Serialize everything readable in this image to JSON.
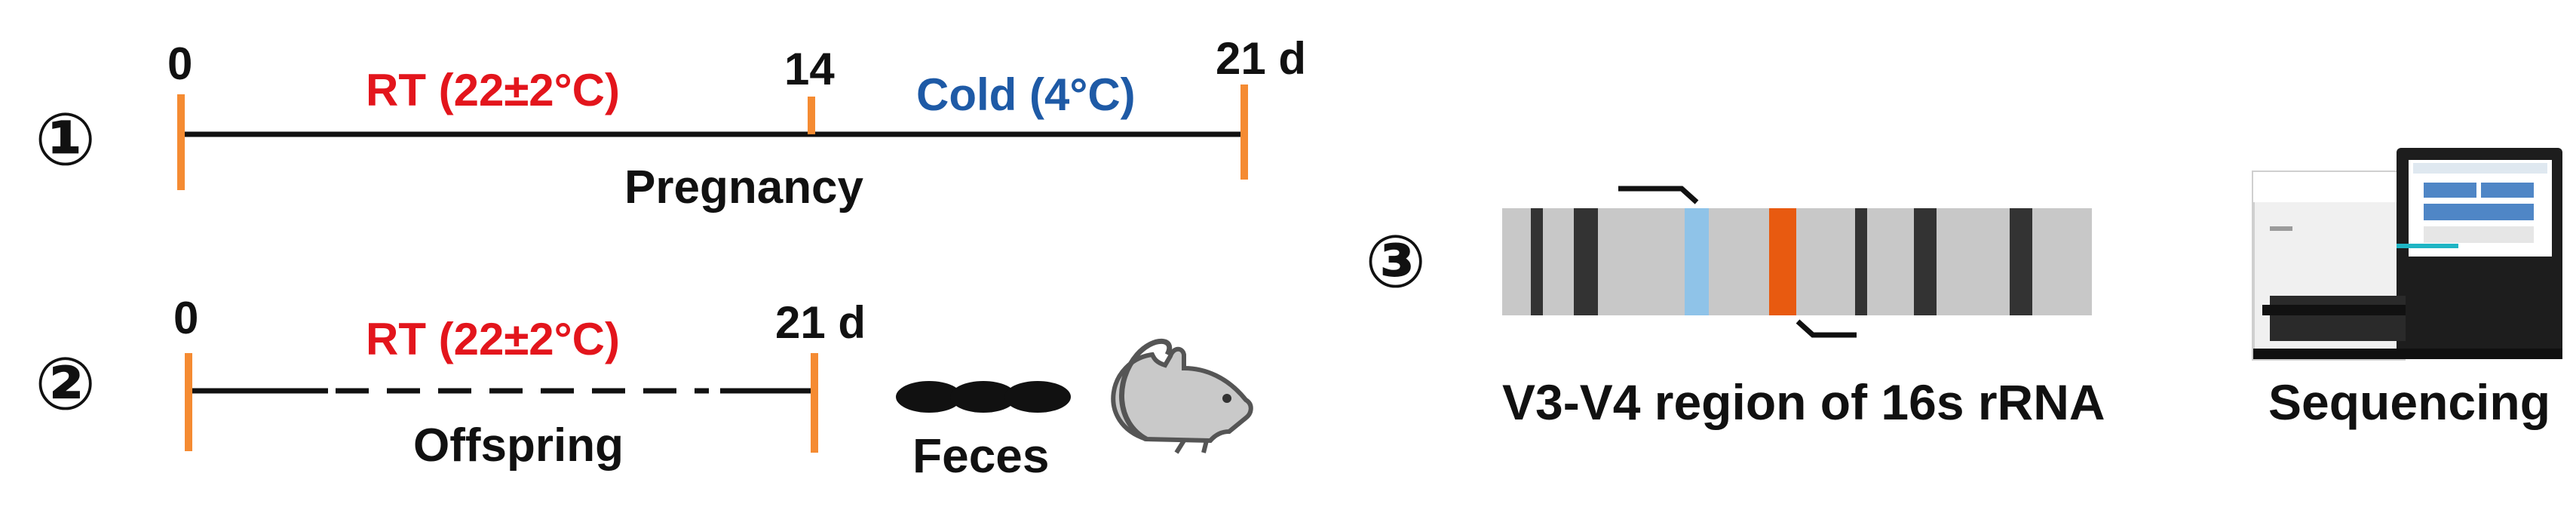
{
  "colors": {
    "red": "#e3151c",
    "blue": "#1e5aa6",
    "orange": "#f58b32",
    "amplicon": "#e85a10",
    "light_blue": "#8fc3e8",
    "gray_bar": "#c8c8c8",
    "dark_band": "#333333"
  },
  "step1": {
    "number": "①",
    "tick_start": "0",
    "tick_mid": "14",
    "tick_end": "21 d",
    "segment1_label": "RT (22±2°C)",
    "segment2_label": "Cold (4°C)",
    "caption": "Pregnancy"
  },
  "step2": {
    "number": "②",
    "tick_start": "0",
    "tick_end": "21 d",
    "segment_label": "RT (22±2°C)",
    "caption": "Offspring",
    "feces_label": "Feces"
  },
  "step3": {
    "number": "③",
    "gene_caption": "V3-V4 region of 16s rRNA",
    "sequencer_caption": "Sequencing"
  },
  "icons": [
    "mouse-icon",
    "sequencer-icon",
    "feces-pellet-icon"
  ]
}
